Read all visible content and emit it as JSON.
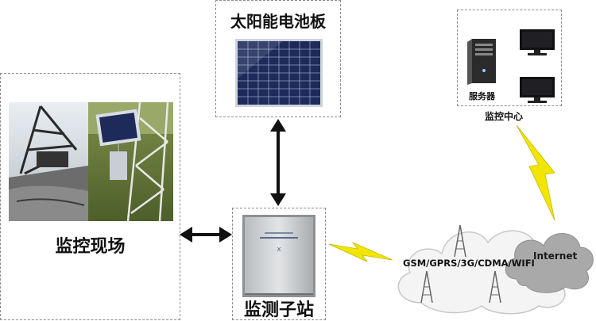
{
  "labels": {
    "solar_panel": "太阳能电池板",
    "site": "监控现场",
    "substation": "监测子站",
    "center": "监控中心",
    "server": "服务器",
    "network": "GSM/GPRS/3G/CDMA/WIFI",
    "internet": "Internet"
  },
  "icons": {
    "arrow": "double-headed-arrow",
    "wireless": "lightning-bolt-icon",
    "server": "server-tower-icon",
    "monitor": "monitor-icon",
    "tower": "radio-tower-icon",
    "solar": "solar-panel-icon"
  },
  "colors": {
    "lightning": "#f2e600",
    "cloud_white": "#f4f4f4",
    "cloud_grey": "#a9a9a9",
    "border": "#8c8c8c",
    "solar_cell": "#1d2a5a"
  }
}
